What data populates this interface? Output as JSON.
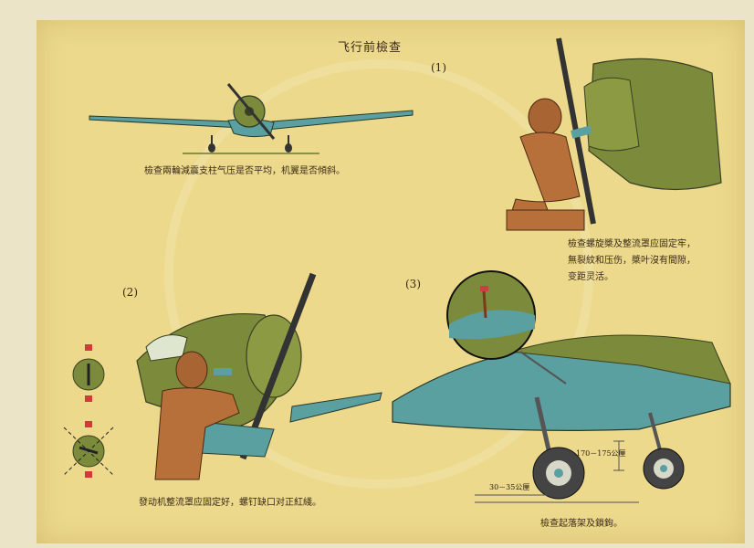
{
  "title": "飞行前檢查",
  "sections": {
    "one_label": "(1)",
    "two_label": "(2)",
    "three_label": "(3)"
  },
  "captions": {
    "wings": "檢查兩輪減震支柱气压是否平均，机翼是否傾斜。",
    "prop_line1": "檢查螺旋槳及整流罩应固定牢，",
    "prop_line2": "無裂紋和压伤，槳叶沒有間隙，",
    "prop_line3": "变距灵活。",
    "cowl": "發动机整流罩应固定好，螺钉缺口对正紅綫。",
    "gear": "檢查起落架及鎖鉤。"
  },
  "dimensions": {
    "strut": "170－175公厘",
    "tire": "30－35公厘"
  },
  "colors": {
    "paper": "#ecd98c",
    "olive": "#7c8a3c",
    "teal": "#5aa0a0",
    "pilot_brown": "#b8703a"
  }
}
